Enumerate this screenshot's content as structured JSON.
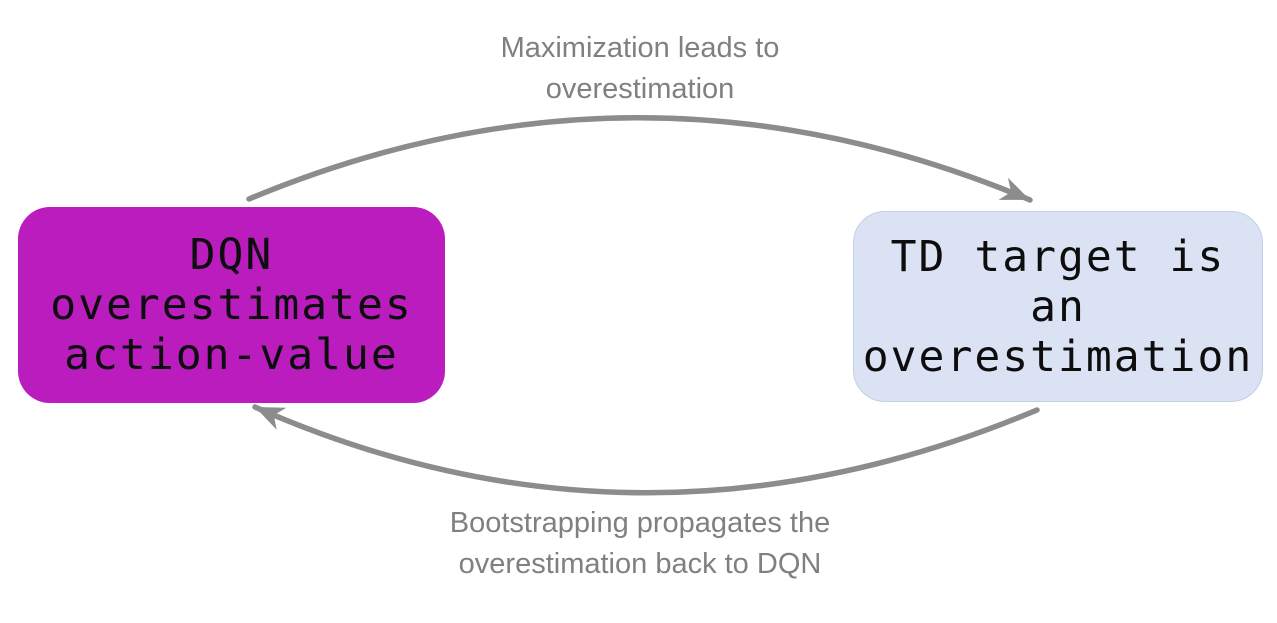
{
  "diagram": {
    "background": "#ffffff",
    "nodes": {
      "dqn": {
        "lines": [
          "DQN",
          "overestimates",
          "action-value"
        ],
        "fill": "#ba1cbe",
        "text_color": "#0d0d0d"
      },
      "td_target": {
        "lines": [
          "TD target is",
          "an",
          "overestimation"
        ],
        "fill": "#dae2f3",
        "border_color": "#c2cfe9",
        "text_color": "#0d0d0d"
      }
    },
    "edges": {
      "top": {
        "label_lines": [
          "Maximization leads to",
          "overestimation"
        ],
        "arrow_color": "#8c8c8c",
        "label_color": "#808080",
        "direction": "left-to-right"
      },
      "bottom": {
        "label_lines": [
          "Bootstrapping propagates the",
          "overestimation back to DQN"
        ],
        "arrow_color": "#8c8c8c",
        "label_color": "#808080",
        "direction": "right-to-left"
      }
    }
  }
}
